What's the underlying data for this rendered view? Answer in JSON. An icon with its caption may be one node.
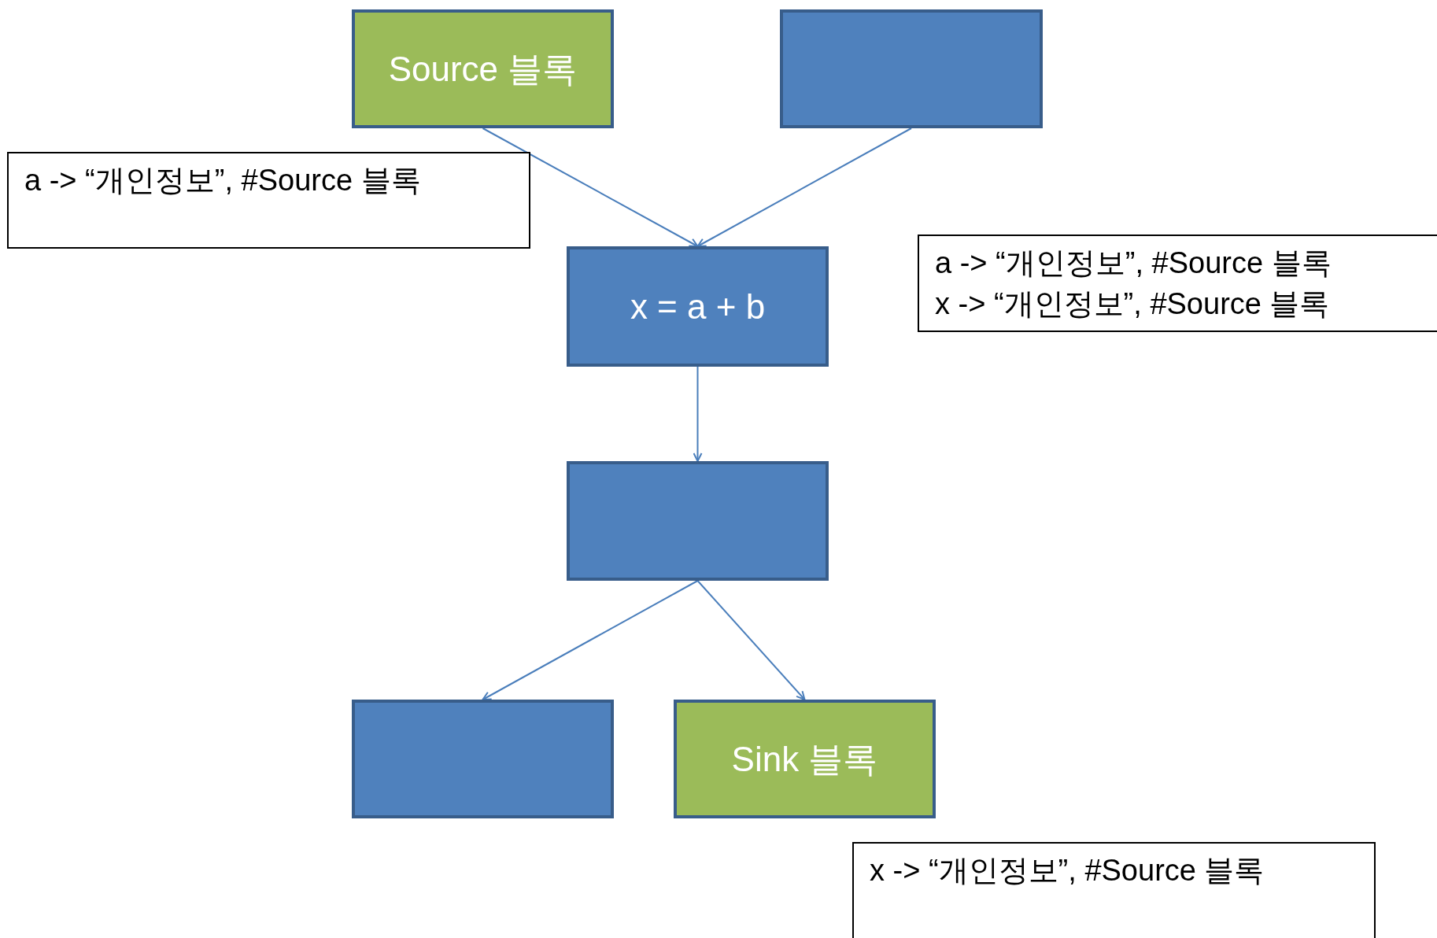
{
  "diagram": {
    "nodes": [
      {
        "text": [
          "Source 블록"
        ]
      },
      {
        "text": [],
        "shape": "box"
      },
      {
        "text": [
          "x = a + b"
        ]
      },
      {
        "text": [],
        "shape": "box"
      },
      {
        "text": [],
        "shape": "box"
      },
      {
        "text": [
          "Sink 블록"
        ]
      },
      {
        "text": [
          "a -> “개인정보”, #Source 블록"
        ]
      },
      {
        "text": [
          "a -> “개인정보”, #Source 블록",
          "x -> “개인정보”, #Source 블록"
        ]
      },
      {
        "text": [
          "x -> “개인정보”, #Source 블록"
        ]
      }
    ],
    "edges": [
      {
        "from": 0,
        "to": 2,
        "arrow": "to"
      },
      {
        "from": 1,
        "to": 2,
        "arrow": "to"
      },
      {
        "from": 2,
        "to": 3,
        "arrow": "to"
      },
      {
        "from": 3,
        "to": 4,
        "arrow": "to"
      },
      {
        "from": 3,
        "to": 5,
        "arrow": "to"
      }
    ]
  }
}
